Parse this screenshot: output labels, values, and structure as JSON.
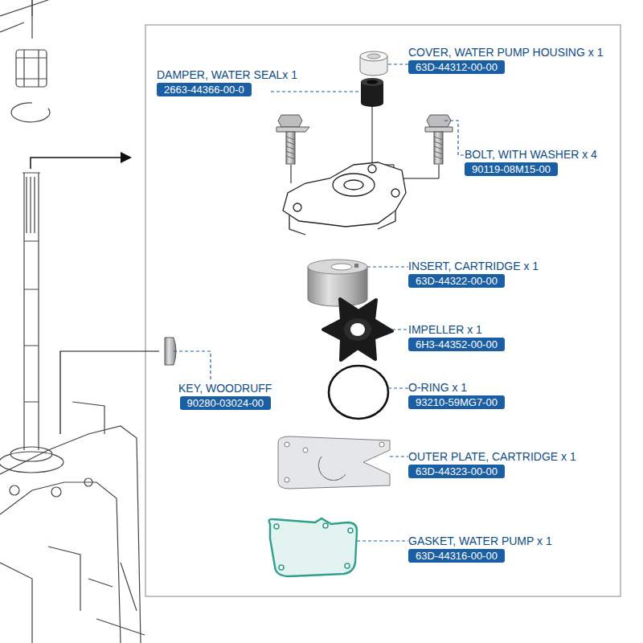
{
  "diagram": {
    "nodes": [
      {
        "text": [
          "COVER, WATER PUMP HOUSING x 1",
          "63D-44312-00-00"
        ]
      },
      {
        "text": [
          "DAMPER, WATER SEALx 1",
          "2663-44366-00-0"
        ]
      },
      {
        "text": [
          "BOLT, WITH WASHER x 4",
          "90119-08M15-00"
        ]
      },
      {
        "text": [
          "INSERT, CARTRIDGE x 1",
          "63D-44322-00-00"
        ]
      },
      {
        "text": [
          "IMPELLER x 1",
          "6H3-44352-00-00"
        ]
      },
      {
        "text": [
          "KEY, WOODRUFF",
          "90280-03024-00"
        ]
      },
      {
        "text": [
          "O-RING x 1",
          "93210-59MG7-00"
        ]
      },
      {
        "text": [
          "OUTER PLATE, CARTRIDGE x 1",
          "63D-44323-00-00"
        ]
      },
      {
        "text": [
          "GASKET, WATER PUMP x 1",
          "63D-44316-00-00"
        ]
      }
    ]
  }
}
